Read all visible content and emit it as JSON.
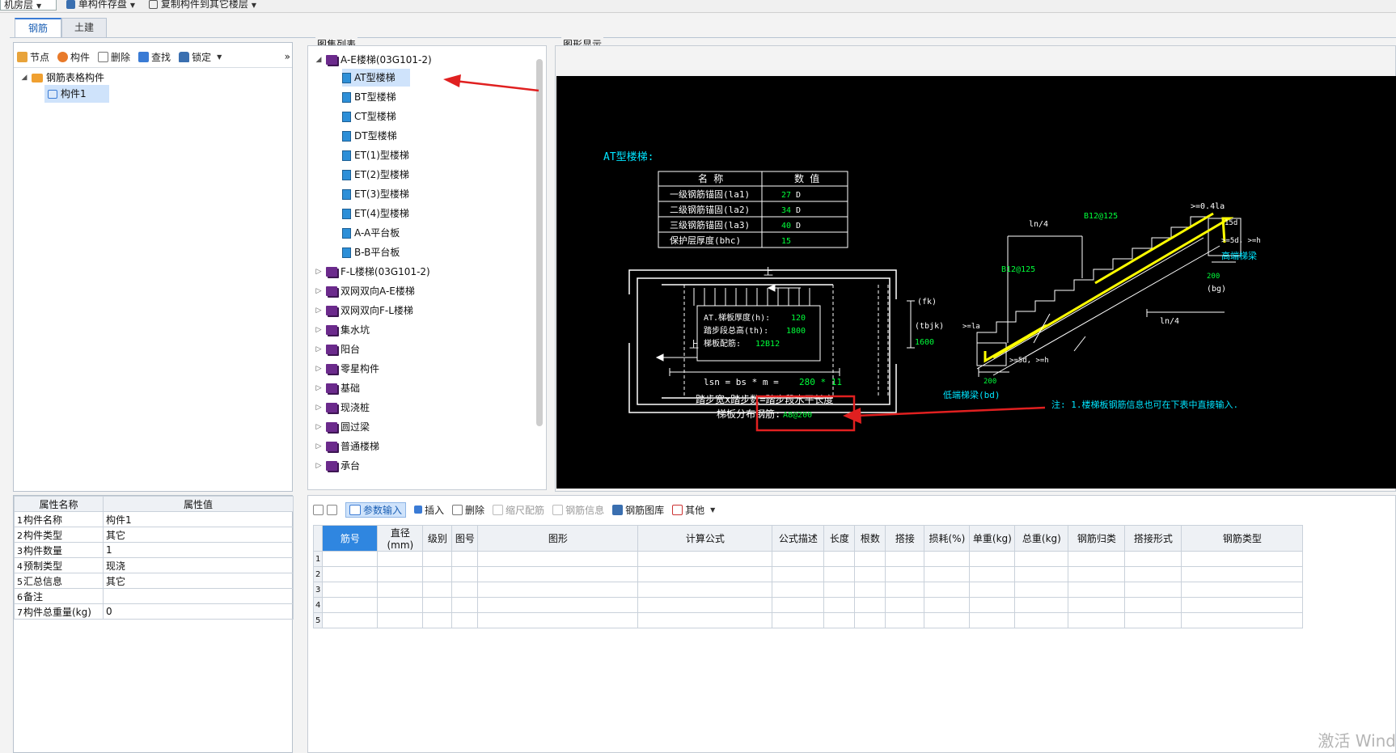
{
  "topbar": {
    "floor": "机房层",
    "save_label": "单构件存盘",
    "copy_label": "复制构件到其它楼层"
  },
  "tabs": [
    {
      "label": "钢筋"
    },
    {
      "label": "土建"
    }
  ],
  "left_toolbar": {
    "node": "节点",
    "component": "构件",
    "delete": "删除",
    "find": "查找",
    "lock": "锁定",
    "more": "»"
  },
  "left_tree": {
    "root": "钢筋表格构件",
    "child": "构件1"
  },
  "properties": {
    "headers": [
      "属性名称",
      "属性值"
    ],
    "rows": [
      {
        "n": "1",
        "name": "构件名称",
        "value": "构件1"
      },
      {
        "n": "2",
        "name": "构件类型",
        "value": "其它"
      },
      {
        "n": "3",
        "name": "构件数量",
        "value": "1"
      },
      {
        "n": "4",
        "name": "预制类型",
        "value": "现浇"
      },
      {
        "n": "5",
        "name": "汇总信息",
        "value": "其它"
      },
      {
        "n": "6",
        "name": "备注",
        "value": ""
      },
      {
        "n": "7",
        "name": "构件总重量(kg)",
        "value": "0"
      }
    ]
  },
  "atlas": {
    "title": "图集列表",
    "root": "A-E楼梯(03G101-2)",
    "children": [
      "AT型楼梯",
      "BT型楼梯",
      "CT型楼梯",
      "DT型楼梯",
      "ET(1)型楼梯",
      "ET(2)型楼梯",
      "ET(3)型楼梯",
      "ET(4)型楼梯",
      "A-A平台板",
      "B-B平台板"
    ],
    "groups": [
      "F-L楼梯(03G101-2)",
      "双网双向A-E楼梯",
      "双网双向F-L楼梯",
      "集水坑",
      "阳台",
      "零星构件",
      "基础",
      "现浇桩",
      "圆过梁",
      "普通楼梯",
      "承台"
    ]
  },
  "graphic": {
    "title": "图形显示",
    "heading": "AT型楼梯:",
    "table": {
      "headers": [
        "名 称",
        "数 值"
      ],
      "rows": [
        {
          "name": "一级钢筋锚固(la1)",
          "value": "27",
          "unit": "D"
        },
        {
          "name": "二级钢筋锚固(la2)",
          "value": "34",
          "unit": "D"
        },
        {
          "name": "三级钢筋锚固(la3)",
          "value": "40",
          "unit": "D"
        },
        {
          "name": "保护层厚度(bhc)",
          "value": "15",
          "unit": ""
        }
      ]
    },
    "plan": {
      "up1": "上",
      "up2": "上",
      "thickness_label": "AT.梯板厚度(h):",
      "thickness_value": "120",
      "height_label": "踏步段总高(th):",
      "height_value": "1800",
      "rebar_label": "梯板配筋:",
      "rebar_value": "12B12",
      "fk": "(fk)",
      "tbjk": "(tbjk)",
      "width_value": "1600",
      "lsn_label": "lsn = bs * m =",
      "lsn_value": "280 * 11",
      "step_label": "踏步宽x踏步数=踏步段水平长度",
      "dist_label": "梯板分布钢筋:",
      "dist_value": "A8@200"
    },
    "section": {
      "b12_top": "B12@125",
      "b12_mid": "B12@125",
      "ln4_top": "ln/4",
      "ln4_bot": "ln/4",
      "anchor_top": ">=0.4la",
      "fifteen_d": "15d",
      "five_d_h_top": ">=5d, >=h",
      "high_beam": "高端梯梁",
      "two_hundred_top": "200",
      "bg": "(bg)",
      "la_label": ">=la",
      "five_d_h_bot": ">=5d, >=h",
      "two_hundred_bot": "200",
      "low_beam": "低端梯梁(bd)"
    },
    "note": "注: 1.楼梯板钢筋信息也可在下表中直接输入."
  },
  "bottom_toolbar": {
    "param_input": "参数输入",
    "insert": "插入",
    "delete": "删除",
    "scale_rebar": "缩尺配筋",
    "rebar_info": "钢筋信息",
    "rebar_lib": "钢筋图库",
    "other": "其他"
  },
  "grid": {
    "headers": [
      "筋号",
      "直径(mm)",
      "级别",
      "图号",
      "图形",
      "计算公式",
      "公式描述",
      "长度",
      "根数",
      "搭接",
      "损耗(%)",
      "单重(kg)",
      "总重(kg)",
      "钢筋归类",
      "搭接形式",
      "钢筋类型"
    ],
    "rows": [
      "1",
      "2",
      "3",
      "4",
      "5"
    ]
  },
  "watermark": "激活 Wind",
  "colors": {
    "accent": "#2f86e0",
    "cad_bg": "#000000",
    "cad_cyan": "#00e5ff",
    "cad_green": "#00ff3a",
    "cad_yellow": "#ffff00",
    "annotation_red": "#e02020"
  }
}
